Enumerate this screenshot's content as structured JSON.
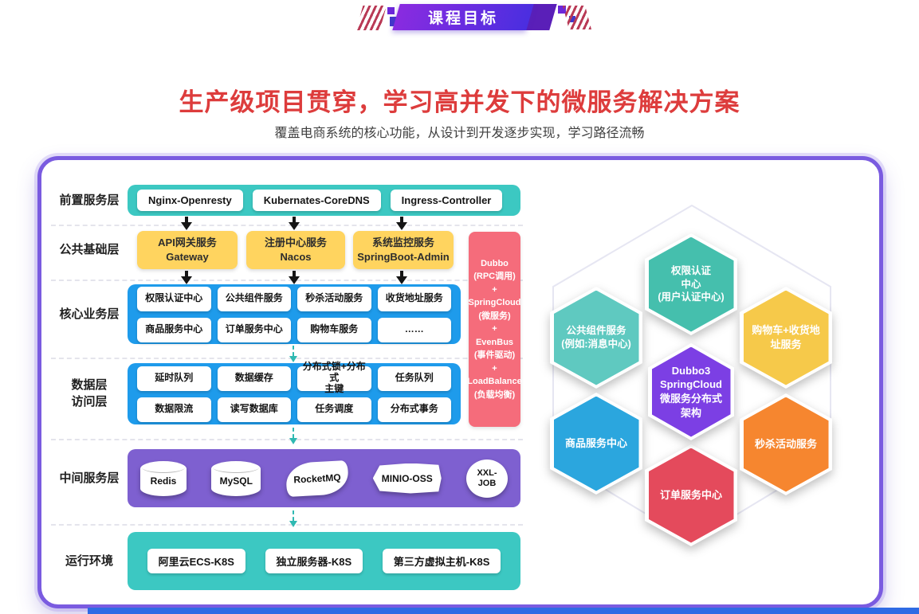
{
  "banner": {
    "title": "课程目标"
  },
  "header": {
    "title": "生产级项目贯穿，学习高并发下的微服务解决方案",
    "subtitle": "覆盖电商系统的核心功能，从设计到开发逐步实现，学习路径流畅"
  },
  "architecture": {
    "layers": [
      {
        "label": "前置服务层",
        "items": [
          "Nginx-Openresty",
          "Kubernates-CoreDNS",
          "Ingress-Controller"
        ]
      },
      {
        "label": "公共基础层",
        "items": [
          "API网关服务\nGateway",
          "注册中心服务\nNacos",
          "系统监控服务\nSpringBoot-Admin"
        ]
      },
      {
        "label": "核心业务层",
        "items": [
          "权限认证中心",
          "公共组件服务",
          "秒杀活动服务",
          "收货地址服务",
          "商品服务中心",
          "订单服务中心",
          "购物车服务",
          "……"
        ]
      },
      {
        "label": "数据层\n访问层",
        "items": [
          "延时队列",
          "数据缓存",
          "分布式锁+分布式\n主键",
          "任务队列",
          "数据限流",
          "读写数据库",
          "任务调度",
          "分布式事务"
        ]
      },
      {
        "label": "中间服务层",
        "items": [
          "Redis",
          "MySQL",
          "RocketMQ",
          "MINIO-OSS",
          "XXL-\nJOB"
        ]
      },
      {
        "label": "运行环境",
        "items": [
          "阿里云ECS-K8S",
          "独立服务器-K8S",
          "第三方虚拟主机-K8S"
        ]
      }
    ],
    "rpc_panel": "Dubbo\n(RPC调用)\n+\nSpringCloud\n(微服务)\n+\nEvenBus\n(事件驱动)\n+\nLoadBalance\n(负载均衡)"
  },
  "hexagons": {
    "center": "Dubbo3\nSpringCloud\n微服务分布式\n架构",
    "top": "权限认证\n中心\n(用户认证中心)",
    "left": "公共组件服务\n(例如:消息中心)",
    "right": "购物车+收货地\n址服务",
    "bottom_left": "商品服务中心",
    "bottom_center": "订单服务中心",
    "bottom_right": "秒杀活动服务"
  },
  "colors": {
    "heading_red": "#dd3c3c",
    "board_border_purple": "#7a5be0",
    "teal_bar": "#3cc8c2",
    "blue_bar": "#1e9beb",
    "purple_bar": "#7e60d0",
    "yellow_card": "#ffd45f",
    "pink_panel": "#f56c7b",
    "hex_teal": "#45bfad",
    "hex_teal_light": "#5fc9c0",
    "hex_yellow": "#f6c94a",
    "hex_purple": "#7c3fe4",
    "hex_blue": "#2ba6de",
    "hex_red": "#e44a5c",
    "hex_orange": "#f6862f",
    "bottom_strip_blue": "#2f6be4"
  }
}
